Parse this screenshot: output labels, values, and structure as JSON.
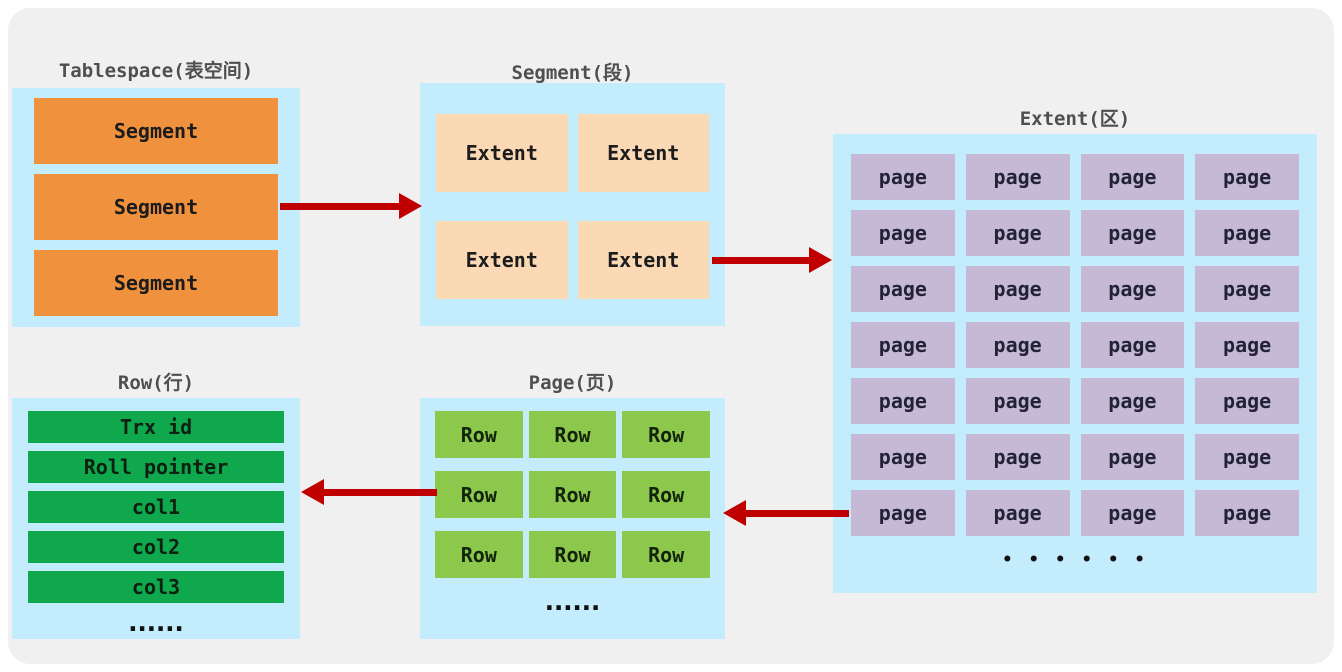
{
  "colors": {
    "board": "#f0f0f0",
    "blue": "#c3edfc",
    "orange": "#f0913d",
    "peach": "#fbd9b5",
    "purple": "#c6b9d6",
    "green": "#0fa84d",
    "lightgreen": "#8bc84b",
    "red": "#c00000",
    "title": "#4f4f4f"
  },
  "panels": {
    "tablespace": {
      "title": "Tablespace(表空间)",
      "items": [
        "Segment",
        "Segment",
        "Segment"
      ]
    },
    "segment": {
      "title": "Segment(段)",
      "items": [
        "Extent",
        "Extent",
        "Extent",
        "Extent"
      ]
    },
    "extent": {
      "title": "Extent(区)",
      "items": [
        "page",
        "page",
        "page",
        "page",
        "page",
        "page",
        "page",
        "page",
        "page",
        "page",
        "page",
        "page",
        "page",
        "page",
        "page",
        "page",
        "page",
        "page",
        "page",
        "page",
        "page",
        "page",
        "page",
        "page",
        "page",
        "page",
        "page",
        "page"
      ],
      "ellipsis": "• • • • • •"
    },
    "page": {
      "title": "Page(页)",
      "items": [
        "Row",
        "Row",
        "Row",
        "Row",
        "Row",
        "Row",
        "Row",
        "Row",
        "Row"
      ],
      "ellipsis": "......"
    },
    "row": {
      "title": "Row(行)",
      "items": [
        "Trx id",
        "Roll pointer",
        "col1",
        "col2",
        "col3"
      ],
      "ellipsis": "......"
    }
  }
}
